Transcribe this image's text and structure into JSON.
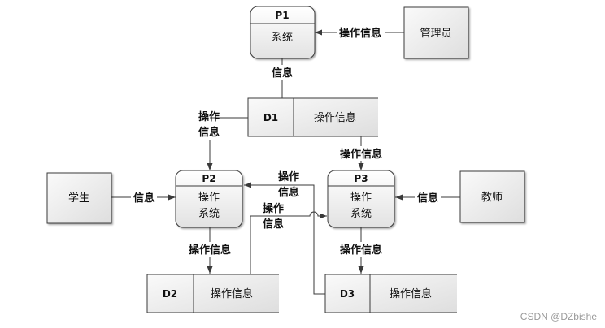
{
  "processes": {
    "p1": {
      "id": "P1",
      "name": "系统"
    },
    "p2": {
      "id": "P2",
      "name_line1": "操作",
      "name_line2": "系统"
    },
    "p3": {
      "id": "P3",
      "name_line1": "操作",
      "name_line2": "系统"
    }
  },
  "entities": {
    "admin": "管理员",
    "student": "学生",
    "teacher": "教师"
  },
  "stores": {
    "d1": {
      "id": "D1",
      "name": "操作信息"
    },
    "d2": {
      "id": "D2",
      "name": "操作信息"
    },
    "d3": {
      "id": "D3",
      "name": "操作信息"
    }
  },
  "flows": {
    "admin_to_p1": "操作信息",
    "p1_to_d1": "信息",
    "d1_to_p2_line1": "操作",
    "d1_to_p2_line2": "信息",
    "d1_to_p3": "操作信息",
    "student_to_p2": "信息",
    "teacher_to_p3": "信息",
    "d3_to_p2_line1": "操作",
    "d3_to_p2_line2": "信息",
    "d2_to_p3_line1": "操作",
    "d2_to_p3_line2": "信息",
    "p2_to_d2": "操作信息",
    "p3_to_d3": "操作信息"
  },
  "watermark": "CSDN @DZbishe",
  "colors": {
    "line": "#3a3a3a",
    "box_fill_top": "#ffffff",
    "box_fill_bottom": "#e4e4e4",
    "text": "#111111",
    "watermark": "#9a9a9a"
  }
}
